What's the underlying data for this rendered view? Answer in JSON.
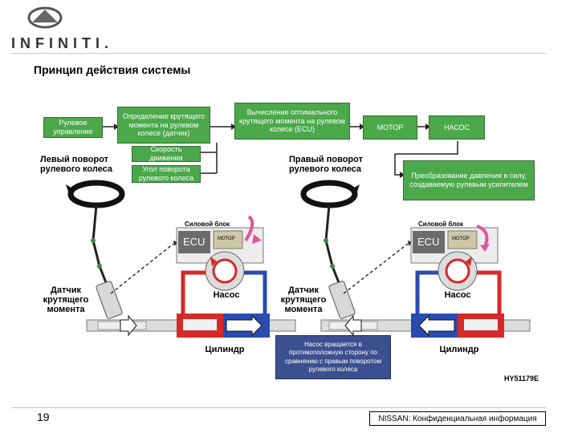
{
  "logo": {
    "text": "INFINITI."
  },
  "title": "Принцип действия системы",
  "flow": {
    "steering": "Рулевое управление",
    "torque_detect": "Определение крутящего момента на рулевом колесе (датчик)",
    "speed": "Скорость движения",
    "angle": "Угол поворота рулевого колеса",
    "ecu_calc": "Вычисление оптимального крутящего момента на рулевом колесе (ECU)",
    "motor": "МОТОР",
    "pump": "НАСОС",
    "pressure": "Преобразование давления в силу, создаваемую рулевым усилителем"
  },
  "left_diagram": {
    "heading": "Левый поворот рулевого колеса",
    "power_unit": "Силовой блок",
    "ecu": "ECU",
    "motor": "МОТОР",
    "sensor": "Датчик крутящего момента",
    "pump": "Насос",
    "cylinder": "Цилиндр"
  },
  "right_diagram": {
    "heading": "Правый поворот рулевого колеса",
    "power_unit": "Силовой блок",
    "ecu": "ECU",
    "motor": "МОТОР",
    "sensor": "Датчик крутящего момента",
    "pump": "Насос",
    "cylinder": "Цилиндр"
  },
  "note": "Насос вращается в противоположную сторону по сравнению с правым поворотом рулевого колеса",
  "figure_code": "HY51179E",
  "page_number": "19",
  "confidential": "NISSAN: Конфиденциальная информация",
  "colors": {
    "green": "#4ba84b",
    "blue_box": "#3c4f8f",
    "pressure_red": "#d42a2a",
    "low_blue": "#2a4cb0",
    "pink_arrow": "#e0559a"
  }
}
